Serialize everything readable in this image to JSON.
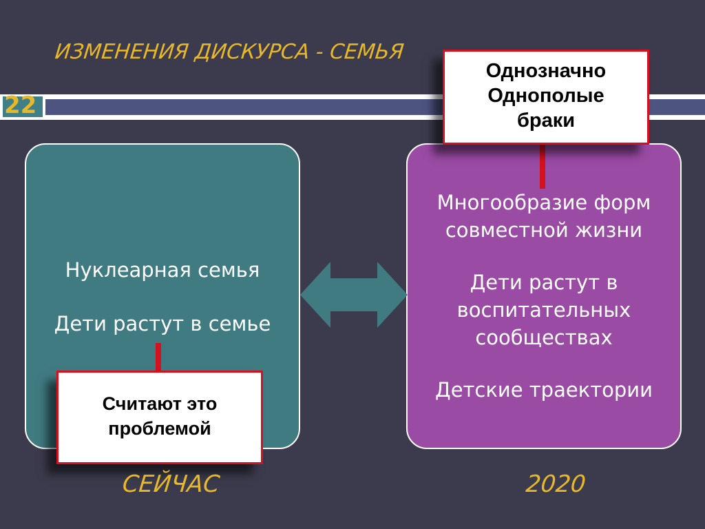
{
  "slide": {
    "title": "ИЗМЕНЕНИЯ ДИСКУРСА - СЕМЬЯ",
    "number": "22"
  },
  "left_panel": {
    "line1": "Нуклеарная семья",
    "line2": "Дети растут в семье"
  },
  "right_panel": {
    "line1a": "Многообразие форм",
    "line1b": "совместной жизни",
    "line2a": "Дети растут в",
    "line2b": "воспитательных",
    "line2c": "сообществах",
    "line3": "Детские траектории"
  },
  "callout_top": {
    "line1": "Однозначно",
    "line2": "Однополые",
    "line3": "браки"
  },
  "callout_bottom": {
    "line1": "Считают это",
    "line2": "проблемой"
  },
  "labels": {
    "now": "СЕЙЧАС",
    "future": "2020"
  },
  "colors": {
    "background": "#3c3b4d",
    "accent_yellow": "#e8b82b",
    "left_panel": "#417b82",
    "right_panel": "#9a4ba4",
    "arrow": "#417b82",
    "callout_border": "#d4111f"
  },
  "icons": {
    "arrow": "double-arrow-icon"
  }
}
